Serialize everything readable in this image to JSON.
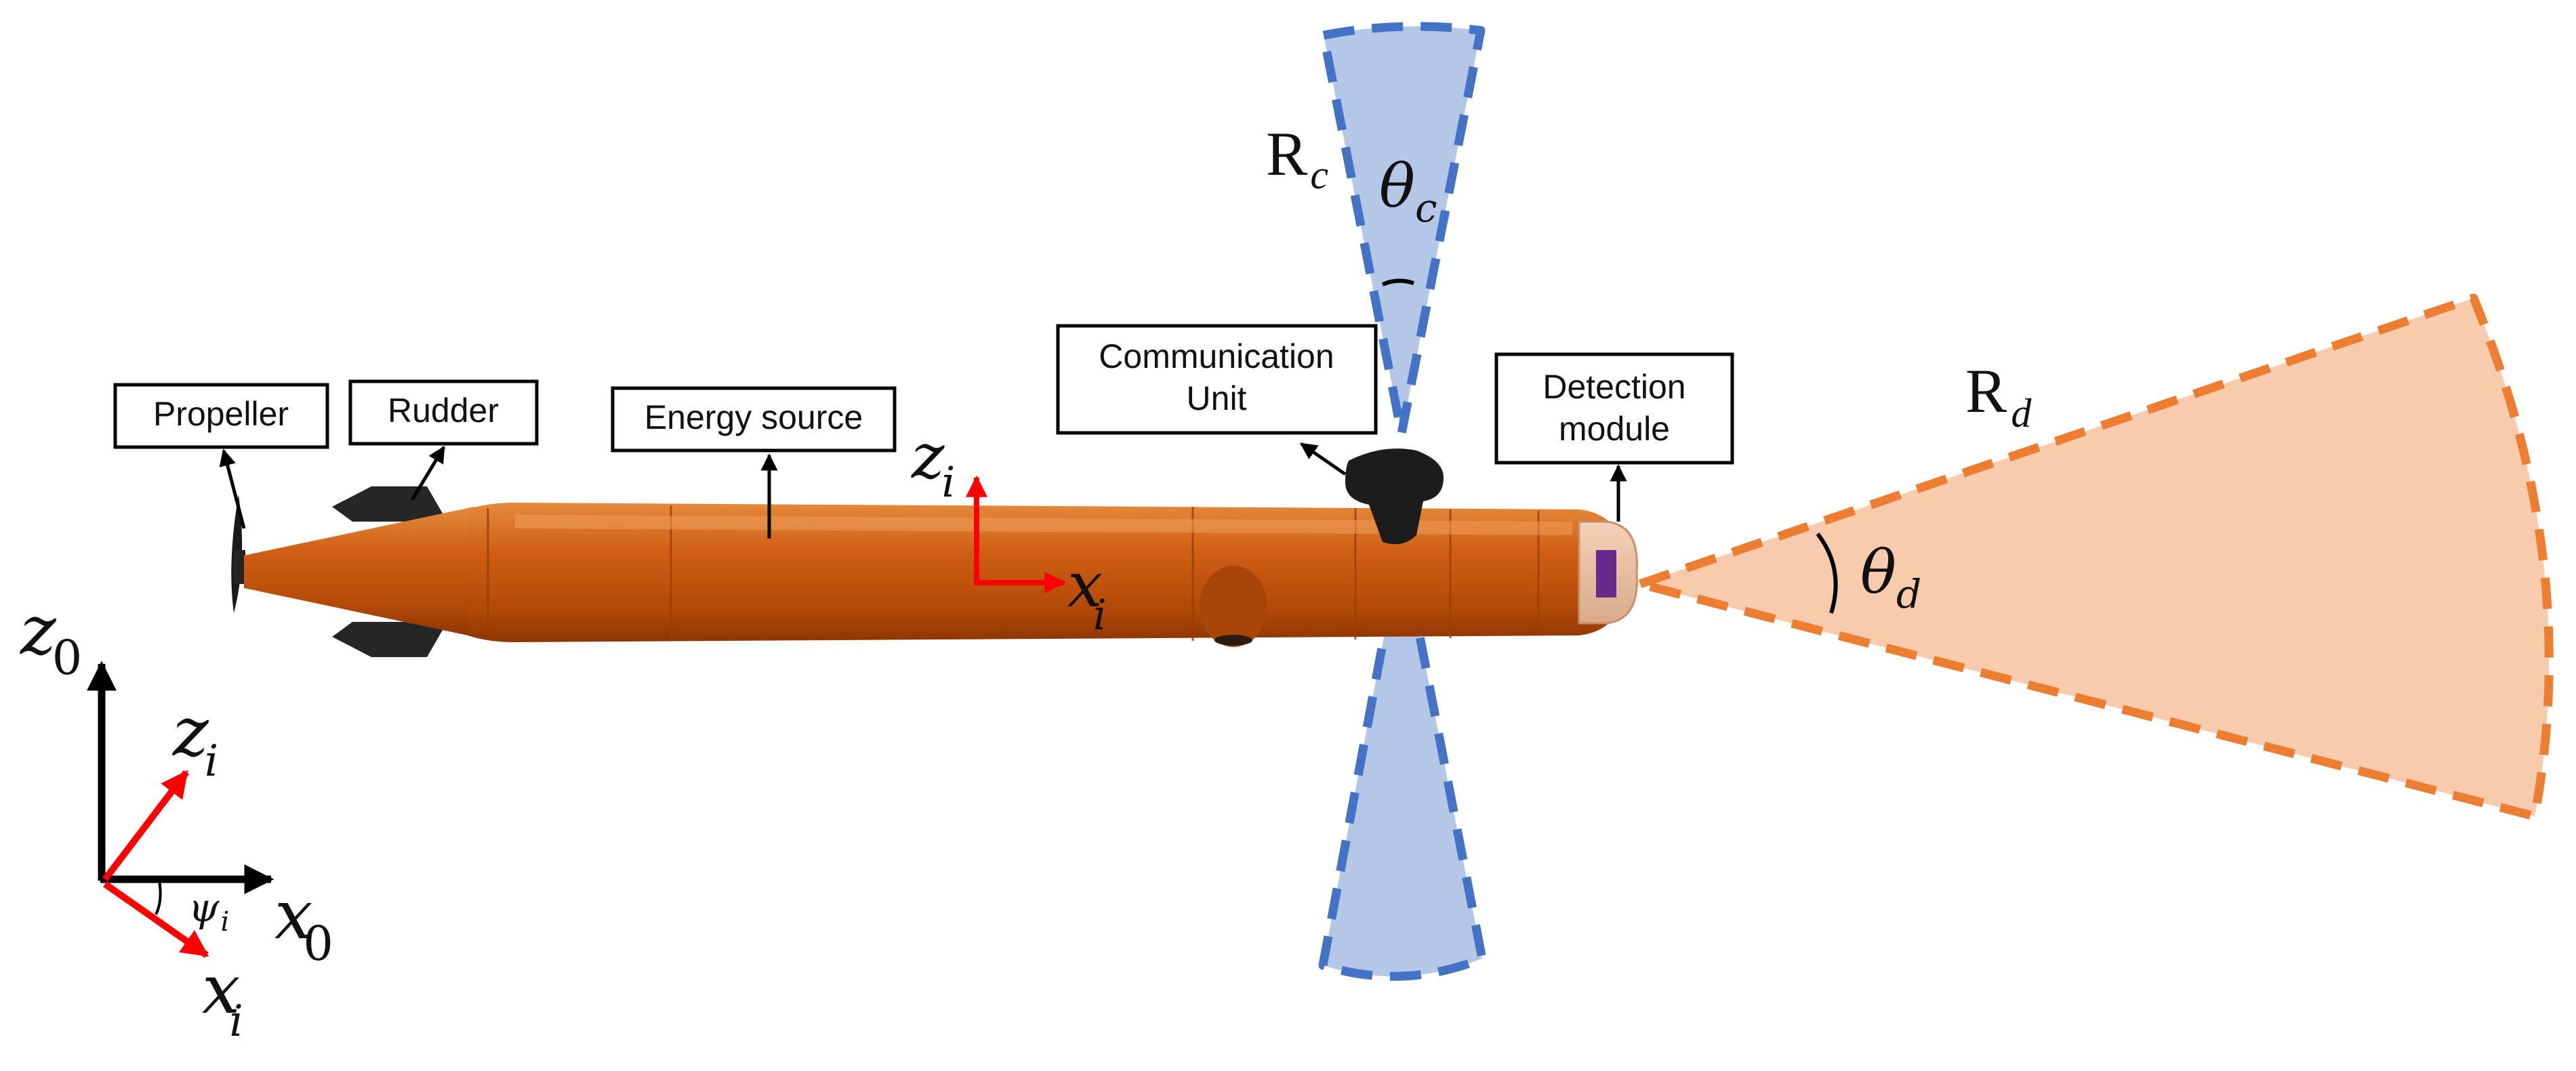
{
  "labels": {
    "propeller": "Propeller",
    "rudder": "Rudder",
    "energy_source": "Energy source",
    "communication_line1": "Communication",
    "communication_line2": "Unit",
    "detection_line1": "Detection",
    "detection_line2": "module"
  },
  "symbols": {
    "R_c_base": "R",
    "R_c_sub": "c",
    "theta_c_base": "θ",
    "theta_c_sub": "c",
    "R_d_base": "R",
    "R_d_sub": "d",
    "theta_d_base": "θ",
    "theta_d_sub": "d",
    "body_z_base": "z",
    "body_z_sub": "i",
    "body_x_base": "x",
    "body_x_sub": "i",
    "global_z_base": "z",
    "global_z_sub": "0",
    "global_x_base": "x",
    "global_x_sub": "0",
    "frame_zi_base": "z",
    "frame_zi_sub": "i",
    "frame_xi_base": "x",
    "frame_xi_sub": "i",
    "psi_base": "ψ",
    "psi_sub": "i"
  },
  "colors": {
    "hull": "#c8560f",
    "hull_dark": "#8a3605",
    "hull_light": "#e07a2c",
    "comm_beam_fill": "#b4c7e7",
    "comm_beam_stroke": "#4472c4",
    "detect_beam_fill": "#f8cbad",
    "detect_beam_stroke": "#ed7d31",
    "axis_red": "#ff0000",
    "axis_black": "#000000"
  }
}
